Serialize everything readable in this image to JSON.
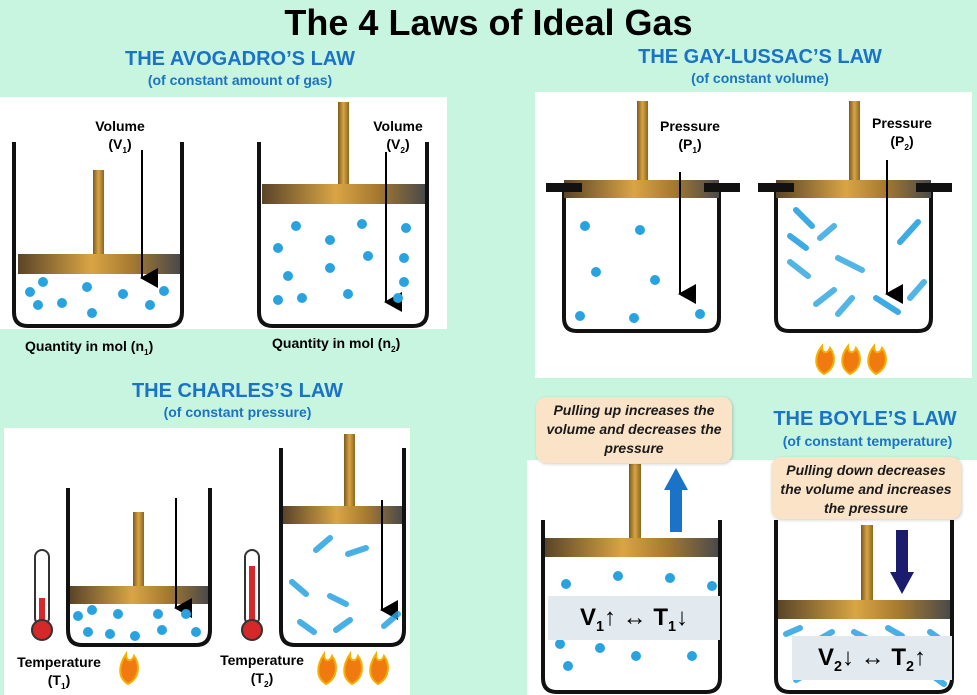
{
  "title": "The 4 Laws of Ideal Gas",
  "avogadro": {
    "title": "THE AVOGADRO’S LAW",
    "subtitle": "(of constant amount of gas)",
    "left_label": "Volume",
    "left_sym": "V",
    "left_sub": "1",
    "right_label": "Volume",
    "right_sym": "V",
    "right_sub": "2",
    "left_caption": "Quantity in mol (n",
    "left_caption_sub": "1",
    "right_caption": "Quantity in mol (n",
    "right_caption_sub": "2",
    "caption_close": ")"
  },
  "gay_lussac": {
    "title": "THE GAY-LUSSAC’S LAW",
    "subtitle": "(of constant volume)",
    "left_label": "Pressure",
    "left_sym": "P",
    "left_sub": "1",
    "right_label": "Pressure",
    "right_sym": "P",
    "right_sub": "2"
  },
  "charles": {
    "title": "THE CHARLES’S LAW",
    "subtitle": "(of constant pressure)",
    "left_caption": "Temperature",
    "left_sym": "T",
    "left_sub": "1",
    "right_caption": "Temperature",
    "right_sym": "T",
    "right_sub": "2"
  },
  "boyle": {
    "title": "THE BOYLE’S LAW",
    "subtitle": "(of constant temperature)",
    "callout_up": "Pulling up increases the volume and decreases the pressure",
    "callout_down": "Pulling down decreases the volume and increases the pressure",
    "eq_left": {
      "v": "V",
      "vs": "1",
      "va": "↑",
      "mid": " ↔ ",
      "t": "T",
      "ts": "1",
      "ta": "↓"
    },
    "eq_right": {
      "v": "V",
      "vs": "2",
      "va": "↓",
      "mid": " ↔ ",
      "t": "T",
      "ts": "2",
      "ta": "↑"
    }
  },
  "colors": {
    "background": "#c8f5e0",
    "title_blue": "#1a73c7",
    "piston_gold": "#c8922e",
    "particle_blue": "#29a3e0",
    "arrow_up_blue": "#1a73c7",
    "arrow_down_navy": "#1c1c6e",
    "flame_orange": "#f07a10",
    "thermometer_red": "#d62828"
  }
}
